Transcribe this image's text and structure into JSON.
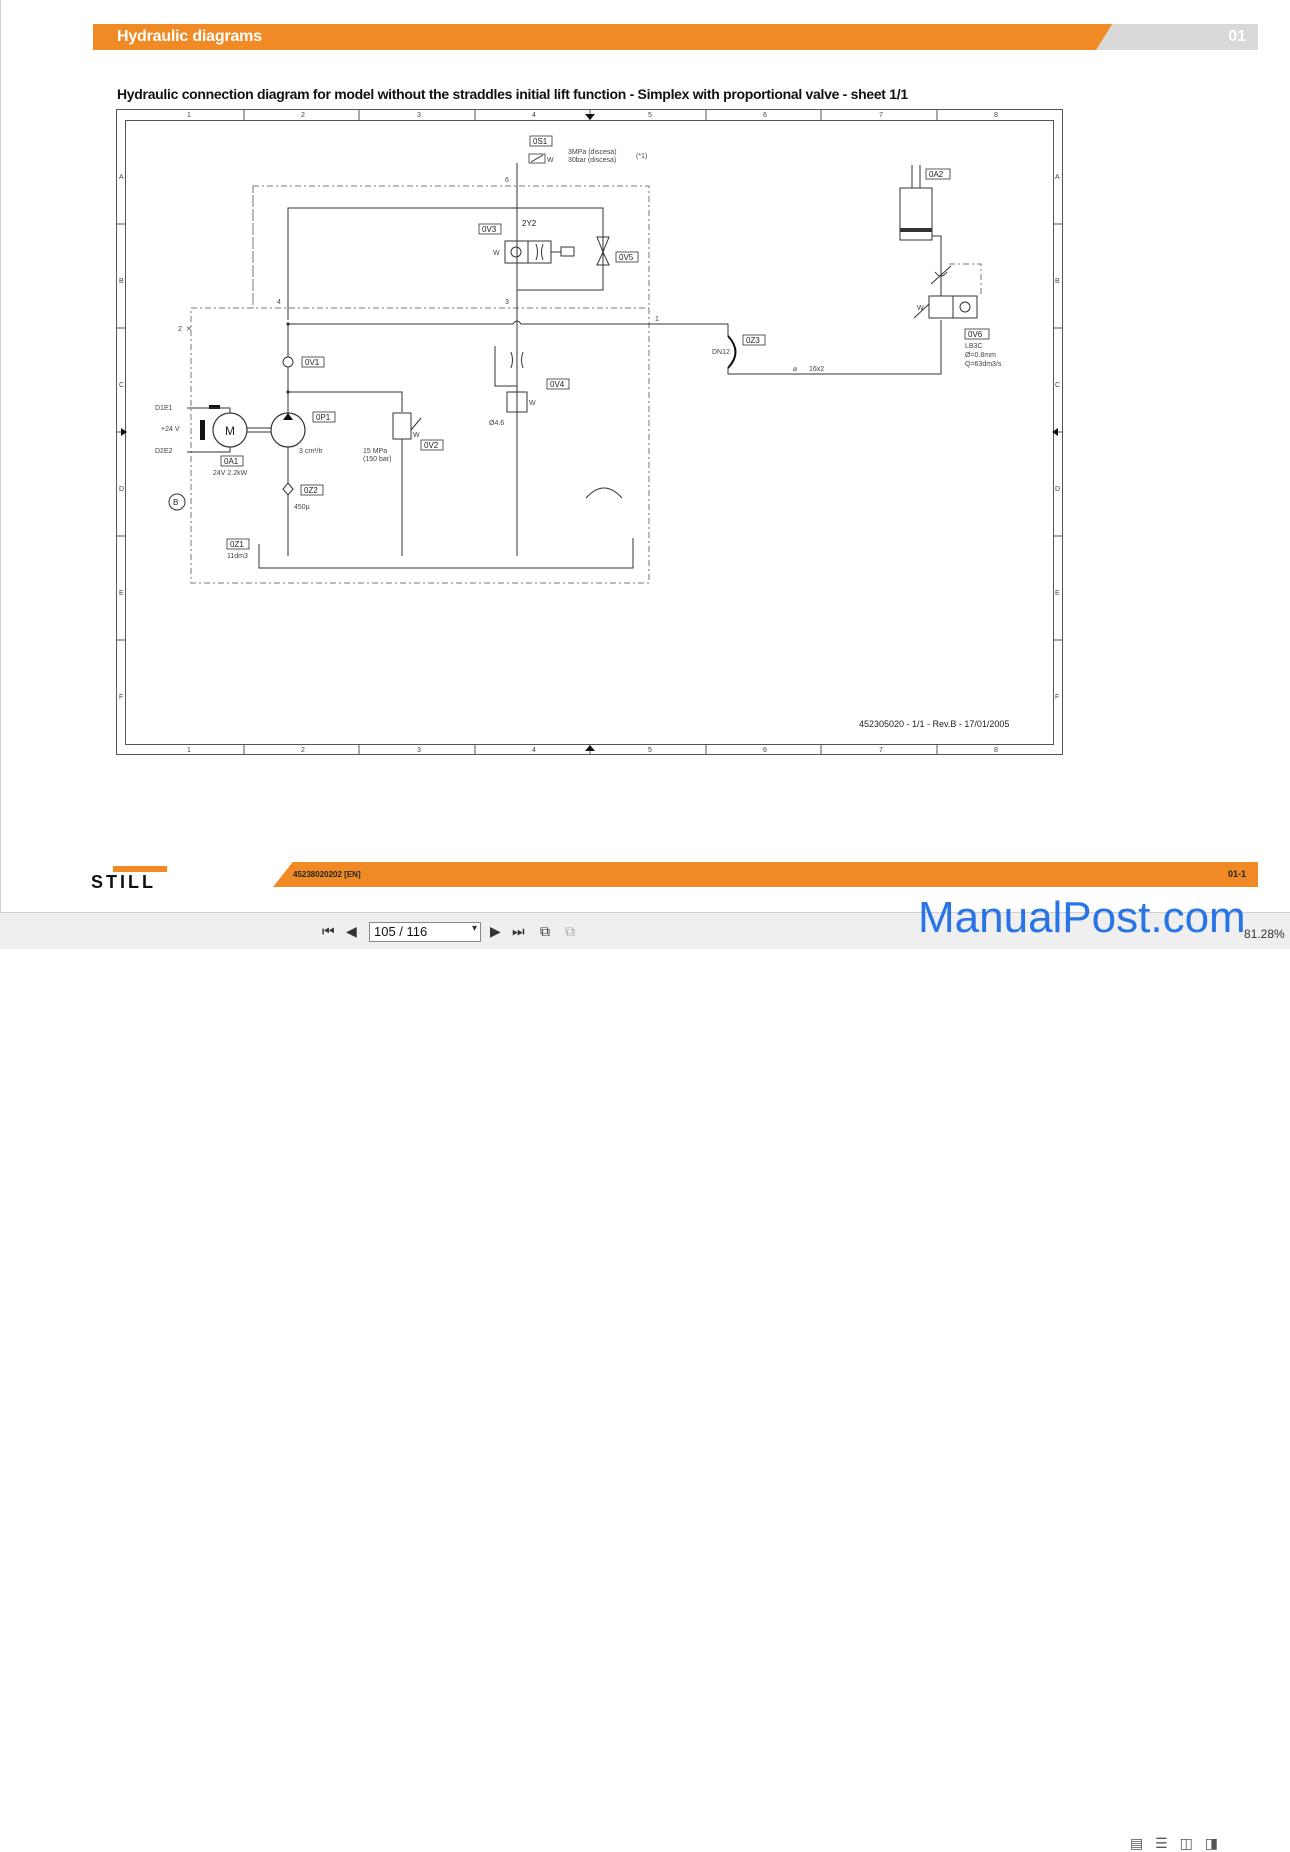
{
  "header": {
    "title": "Hydraulic diagrams",
    "section_number": "01"
  },
  "diagram": {
    "title": "Hydraulic connection diagram for model without the straddles initial lift function - Simplex with proportional valve - sheet 1/1",
    "grid_columns": [
      "1",
      "2",
      "3",
      "4",
      "5",
      "6",
      "7",
      "8"
    ],
    "grid_rows": [
      "A",
      "B",
      "C",
      "D",
      "E",
      "F"
    ],
    "components": {
      "os1": "0S1",
      "os1_spec1": "3MPa (discesa)",
      "os1_spec2": "30bar (discesa)",
      "os1_note": "(*1)",
      "ov3": "0V3",
      "y2": "2Y2",
      "ov5": "0V5",
      "ov1": "0V1",
      "op1": "0P1",
      "op1_spec": "3 cm³/tr",
      "oa1": "0A1",
      "oa1_spec": "24V 2.2kW",
      "motor": "M",
      "d1e1": "D1E1",
      "voltage": "+24 V",
      "d2e2": "D2E2",
      "ov2": "0V2",
      "ov2_spec1": "15 MPa",
      "ov2_spec2": "(150 bar)",
      "ov4": "0V4",
      "ov4_spec": "Ø4.6",
      "oz2": "0Z2",
      "oz2_spec": "450µ",
      "oz1": "0Z1",
      "oz1_spec": "11dm3",
      "oz3": "0Z3",
      "dn12": "DN12",
      "pipe": "16x2",
      "oa2": "0A2",
      "ov6": "0V6",
      "ov6_spec1": "LB3C",
      "ov6_spec2": "Ø=0.8mm",
      "ov6_spec3": "Q=63dm3/s",
      "b_marker": "B",
      "node_6": "6",
      "node_4": "4",
      "node_3": "3",
      "node_2": "2",
      "node_1": "1"
    },
    "ref_number": "452305020 - 1/1 - Rev.B - 17/01/2005"
  },
  "footer": {
    "logo": "STILL",
    "doc_code": "45238020202 [EN]",
    "page_label": "01-1"
  },
  "toolbar": {
    "page_value": "105 / 116",
    "zoom": "81.28%"
  },
  "watermark": "ManualPost.com",
  "colors": {
    "accent": "#f08a24",
    "header_grey": "#d9d9d9",
    "watermark": "#1e6ee6"
  }
}
